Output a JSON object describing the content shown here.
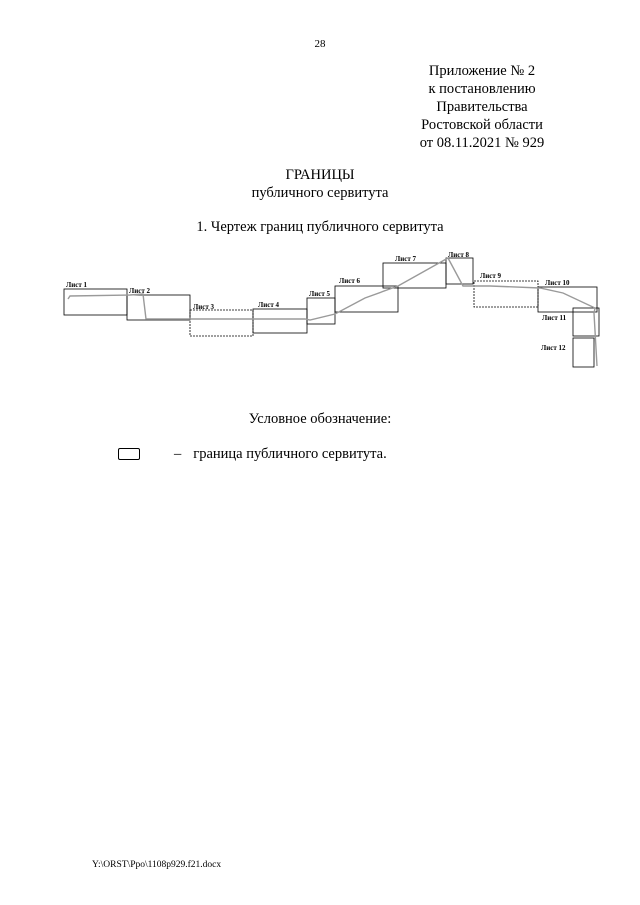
{
  "page_number": "28",
  "appendix": {
    "line1": "Приложение № 2",
    "line2": "к постановлению",
    "line3": "Правительства",
    "line4": "Ростовской области",
    "line5": "от 08.11.2021 № 929"
  },
  "title": {
    "main": "ГРАНИЦЫ",
    "sub": "публичного сервитута"
  },
  "section_heading": "1. Чертеж границ публичного сервитута",
  "drawing": {
    "sheets": [
      {
        "label": "Лист 1"
      },
      {
        "label": "Лист 2"
      },
      {
        "label": "Лист 3"
      },
      {
        "label": "Лист 4"
      },
      {
        "label": "Лист 5"
      },
      {
        "label": "Лист 6"
      },
      {
        "label": "Лист 7"
      },
      {
        "label": "Лист 8"
      },
      {
        "label": "Лист 9"
      },
      {
        "label": "Лист 10"
      },
      {
        "label": "Лист 11"
      },
      {
        "label": "Лист 12"
      }
    ],
    "line_color": "#9a9a9a"
  },
  "legend": {
    "heading": "Условное обозначение:",
    "dash": "–",
    "text": "граница публичного сервитута."
  },
  "file_path": "Y:\\ORST\\Ppo\\1108p929.f21.docx"
}
